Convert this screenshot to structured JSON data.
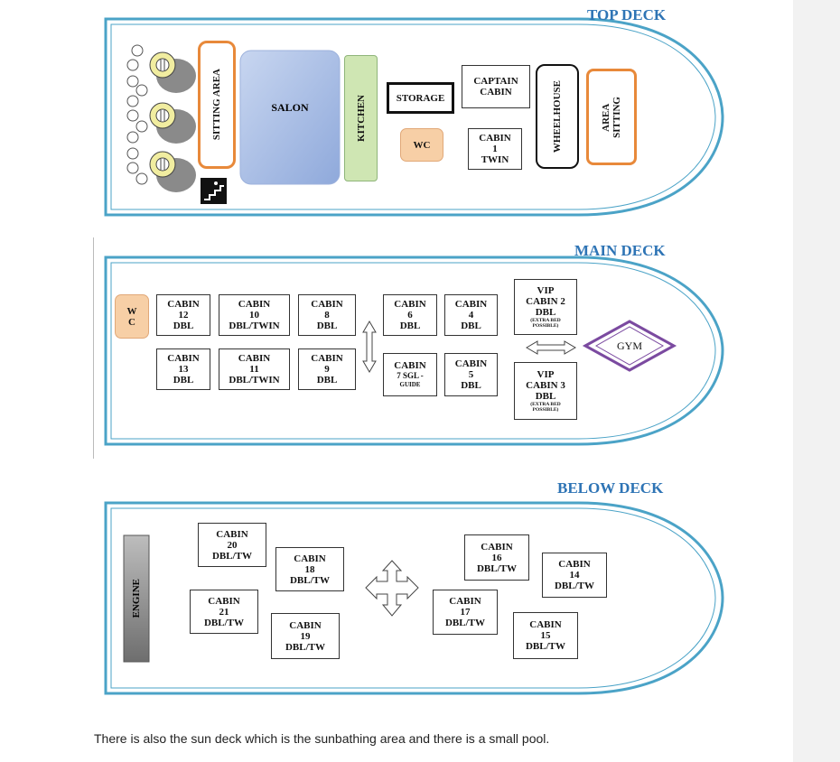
{
  "top_deck": {
    "title": "TOP DECK",
    "sitting_area_left": "SITTING AREA",
    "salon": "SALON",
    "kitchen": "KITCHEN",
    "storage": "STORAGE",
    "wc": "WC",
    "captain_cabin": [
      "CAPTAIN",
      "CABIN"
    ],
    "cabin1": [
      "CABIN",
      "1",
      "TWIN"
    ],
    "wheelhouse": "WHEELHOUSE",
    "sitting_area_right": [
      "SITTING",
      "AREA"
    ]
  },
  "main_deck": {
    "title": "MAIN DECK",
    "wc": [
      "W",
      "C"
    ],
    "cabin12": [
      "CABIN",
      "12",
      "DBL"
    ],
    "cabin10": [
      "CABIN",
      "10",
      "DBL/TWIN"
    ],
    "cabin8": [
      "CABIN",
      "8",
      "DBL"
    ],
    "cabin6": [
      "CABIN",
      "6",
      "DBL"
    ],
    "cabin4": [
      "CABIN",
      "4",
      "DBL"
    ],
    "cabin13": [
      "CABIN",
      "13",
      "DBL"
    ],
    "cabin11": [
      "CABIN",
      "11",
      "DBL/TWIN"
    ],
    "cabin9": [
      "CABIN",
      "9",
      "DBL"
    ],
    "cabin7": [
      "CABIN",
      "7 SGL -",
      "GUIDE"
    ],
    "cabin5": [
      "CABIN",
      "5",
      "DBL"
    ],
    "vip2": [
      "VIP",
      "CABIN 2",
      "DBL",
      "(EXTRA BED",
      "POSSIBLE)"
    ],
    "vip3": [
      "VIP",
      "CABIN 3",
      "DBL",
      "(EXTRA BED",
      "POSSIBLE)"
    ],
    "gym": "GYM"
  },
  "below_deck": {
    "title": "BELOW DECK",
    "engine": "ENGINE",
    "cabin20": [
      "CABIN",
      "20",
      "DBL/TW"
    ],
    "cabin18": [
      "CABIN",
      "18",
      "DBL/TW"
    ],
    "cabin21": [
      "CABIN",
      "21",
      "DBL/TW"
    ],
    "cabin19": [
      "CABIN",
      "19",
      "DBL/TW"
    ],
    "cabin16": [
      "CABIN",
      "16",
      "DBL/TW"
    ],
    "cabin14": [
      "CABIN",
      "14",
      "DBL/TW"
    ],
    "cabin17": [
      "CABIN",
      "17",
      "DBL/TW"
    ],
    "cabin15": [
      "CABIN",
      "15",
      "DBL/TW"
    ]
  },
  "caption": "There is also the sun deck which is the sunbathing area and there is a small pool.",
  "colors": {
    "hull_outline": "#4ba3c7",
    "title": "#2e74b5",
    "sitting_border": "#e8893a",
    "salon_fill": "#a9bfe6",
    "kitchen_fill": "#cfe6b3",
    "wc_fill": "#f7cfa6",
    "gym_border": "#7b4aa0",
    "engine_fill": "#8c8c8c"
  }
}
